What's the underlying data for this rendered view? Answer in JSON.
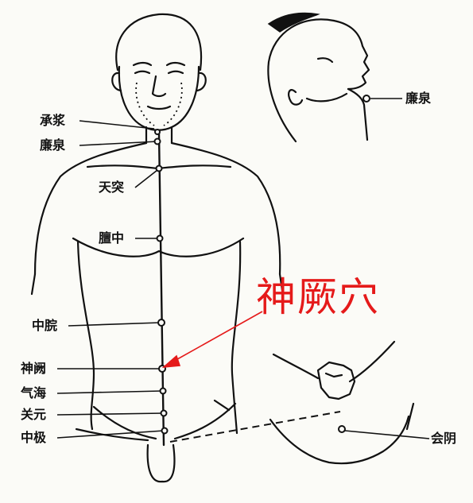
{
  "highlight": {
    "label": "神厥穴",
    "color": "#e51a1a"
  },
  "labels": {
    "chengjiang": "承浆",
    "lianquan": "廉泉",
    "tiantu": "天突",
    "danzhong": "膻中",
    "zhongwan": "中脘",
    "shenque": "神阙",
    "qihai": "气海",
    "guanyuan": "关元",
    "zhongji": "中极",
    "lianquan_side": "廉泉",
    "huiyin": "会阴"
  }
}
